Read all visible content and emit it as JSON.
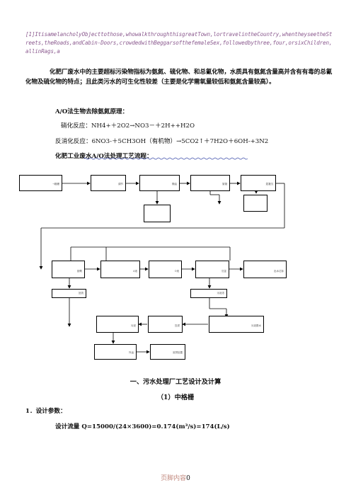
{
  "header_note": "[1]ItisamelancholyObjecttothose,whowalkthroughthisgreatTown,lortravelintheCountry,whentheyseetheStreets,theRoads,andCabin-Doors,crowdedwithBeggarsofthefemaleSex,followedbythree,four,orsixChildren,allinRags,a",
  "intro": "化肥厂废水中的主要超标污染物指标为氨氮、硫化物、和总氰化物，水质具有氨氮含量高并含有有毒的总氰化物及硫化物的特点；且此类污水的可生化性较差（主要是化学需氧量较低和氨氮含量较高）。",
  "principle_title": "A/O法生物去除氨氮原理：",
  "nitrification": "硝化反应：NH4+＋2O2→NO3－＋2H++H2O",
  "denitrification": "反消化反应：6NO3-＋5CH3OH（有机物）→5CO2↑＋7H2O＋6OH-+3N2",
  "process_title": "化肥工业废水A/O法处理工艺流程：",
  "flow_labels": {
    "b1": "→格栅",
    "b2": "调节",
    "b3": "隔油",
    "b4": "絮凝",
    "b5": "混凝沉",
    "b7": "缺氧",
    "b8": "A池",
    "b9": "O池",
    "b10": "沉淀",
    "b11": "出水达标",
    "b12": "回流",
    "b13": "污泥浓",
    "b14": "污泥",
    "b15": "压滤",
    "b16": "污泥脱水",
    "b17": "外运",
    "b18": "泥饼处置"
  },
  "section_title": "一、污水处理厂工艺设计及计算",
  "subsection_title": "（1）中格栅",
  "param_title": "1．设计参数：",
  "design_flow": "设计流量 Q=15000/(24×3600)=0.174(m³/s)=174(L/s)",
  "footer_text": "页脚内容",
  "footer_page": "0"
}
